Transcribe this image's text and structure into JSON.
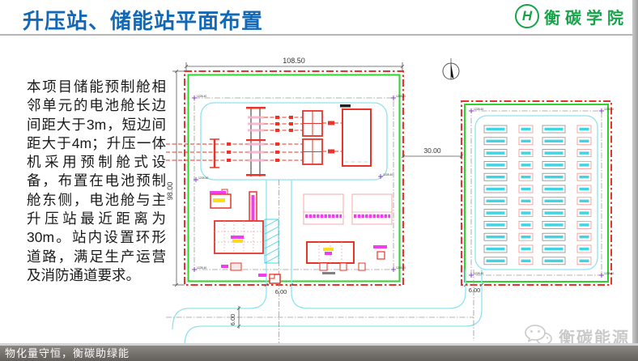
{
  "header": {
    "title": "升压站、储能站平面布置",
    "logo_monogram": "H",
    "logo_text": "衡碳学院"
  },
  "description": "本项目储能预制舱相邻单元的电池舱长边间距大于3m，短边间距大于4m；升压一体机采用预制舱式设备，布置在电池预制舱东侧，电池舱与主升压站最近距离为30m。站内设置环形道路，满足生产运营及消防通道要求。",
  "drawing": {
    "dim_main_width": "108.50",
    "dim_main_height": "98.00",
    "dim_gap": "30.00",
    "dim_main_gate": "6.00",
    "dim_road_width": "6.00",
    "dim_storage_gate": "6.00",
    "corner_marker": "1228.40",
    "storage_yard": {
      "rows": 12,
      "cabin_columns": 2,
      "pcs_columns": 2
    }
  },
  "footer": {
    "slogan": "物化量守恒，衡碳助绿能",
    "watermark": "衡碳能源"
  },
  "colors": {
    "title_blue": "#1268b5",
    "logo_green": "#17a349",
    "fence_red": "#e8342a",
    "boundary_green": "#2fd22f",
    "road_cyan": "#8fe3ef",
    "marker_purple": "#7e2fd0",
    "label_magenta": "#f23cf2",
    "label_yellow": "#ffd900"
  }
}
